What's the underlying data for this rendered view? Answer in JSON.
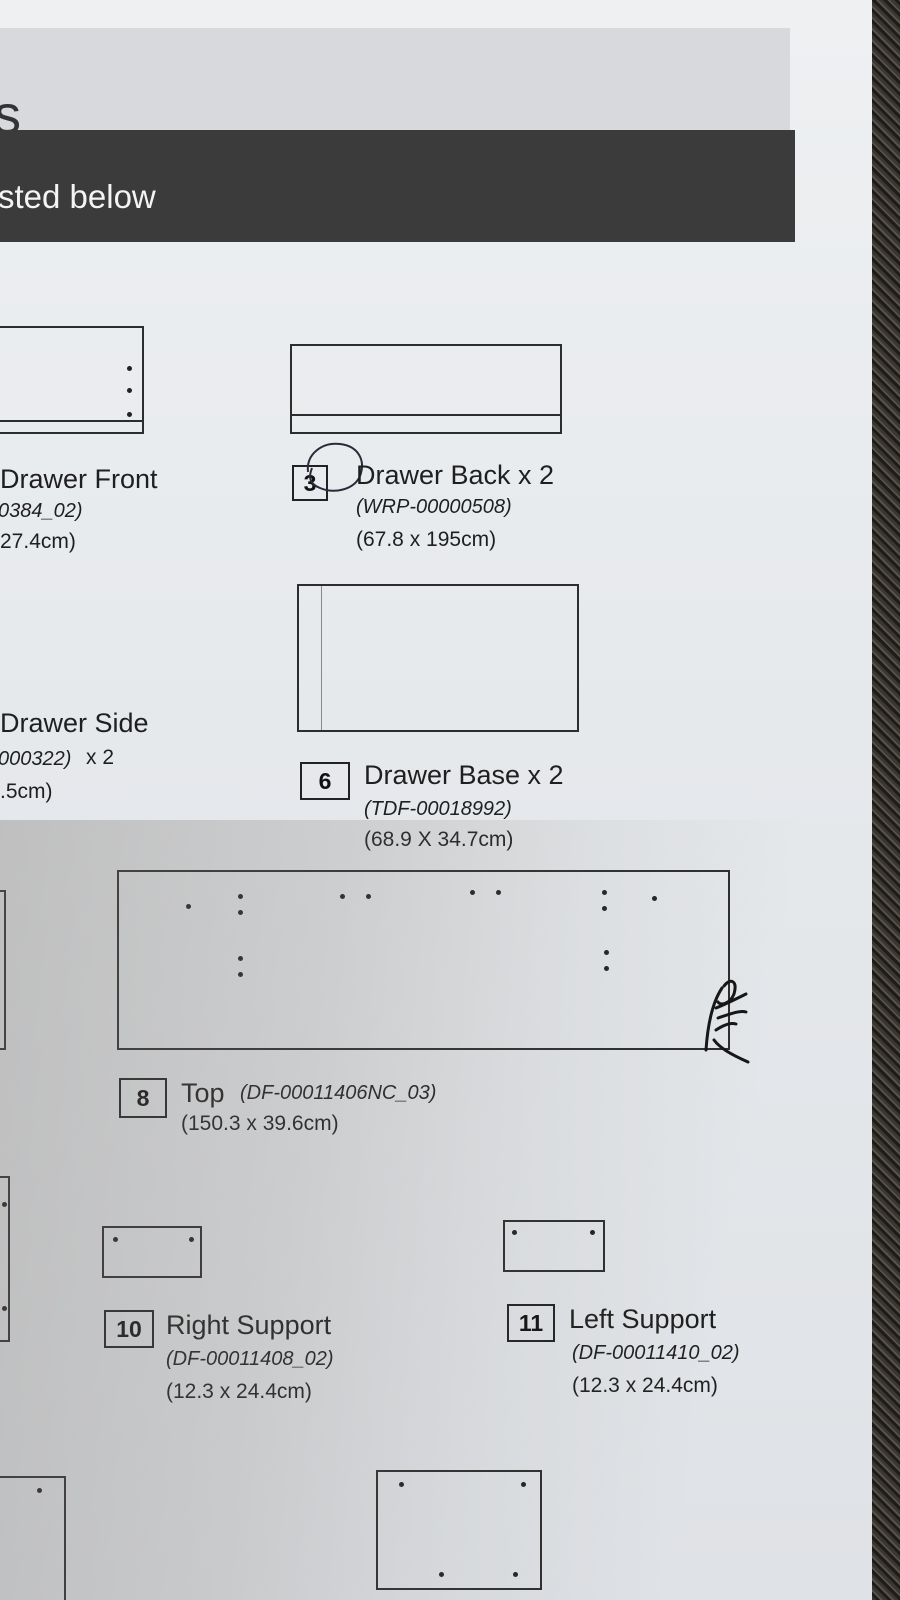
{
  "header": {
    "title_fragment": "s",
    "subtitle_fragment": "sted below"
  },
  "parts": {
    "drawer_front": {
      "name": "Drawer Front",
      "code": "0384_02)",
      "dims": "27.4cm)"
    },
    "drawer_back": {
      "number": "3",
      "name": "Drawer Back x 2",
      "code": "(WRP-00000508)",
      "dims": "(67.8 x 195cm)"
    },
    "drawer_side": {
      "name": "Drawer Side",
      "code": "000322)",
      "qty": "x 2",
      "dims": ".5cm)"
    },
    "drawer_base": {
      "number": "6",
      "name": "Drawer Base x 2",
      "code": "(TDF-00018992)",
      "dims": "(68.9 X 34.7cm)"
    },
    "top": {
      "number": "8",
      "name": "Top",
      "code": "(DF-00011406NC_03)",
      "dims": "(150.3 x 39.6cm)"
    },
    "right_support": {
      "number": "10",
      "name": "Right Support",
      "code": "(DF-00011408_02)",
      "dims": "(12.3 x 24.4cm)"
    },
    "left_support": {
      "number": "11",
      "name": "Left Support",
      "code": "(DF-00011410_02)",
      "dims": "(12.3 x 24.4cm)"
    }
  },
  "annotations": {
    "circle_mark_color": "#2a2a3a",
    "handwritten_mark": "pen-check-mark"
  }
}
